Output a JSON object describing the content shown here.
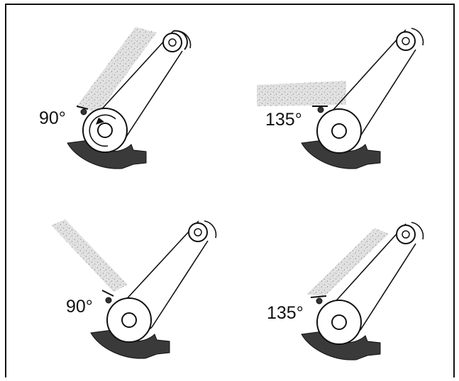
{
  "diagram": {
    "panels": [
      {
        "id": "top-left",
        "angle_label": "90°",
        "shows_rotation_arrow": true
      },
      {
        "id": "top-right",
        "angle_label": "135°",
        "shows_rotation_arrow": false
      },
      {
        "id": "bottom-left",
        "angle_label": "90°",
        "shows_rotation_arrow": false
      },
      {
        "id": "bottom-right",
        "angle_label": "135°",
        "shows_rotation_arrow": false
      }
    ],
    "colors": {
      "ink": "#111111",
      "base_fill": "#3a3a3a",
      "workpiece_fill": "#dedede",
      "background": "#ffffff"
    }
  }
}
